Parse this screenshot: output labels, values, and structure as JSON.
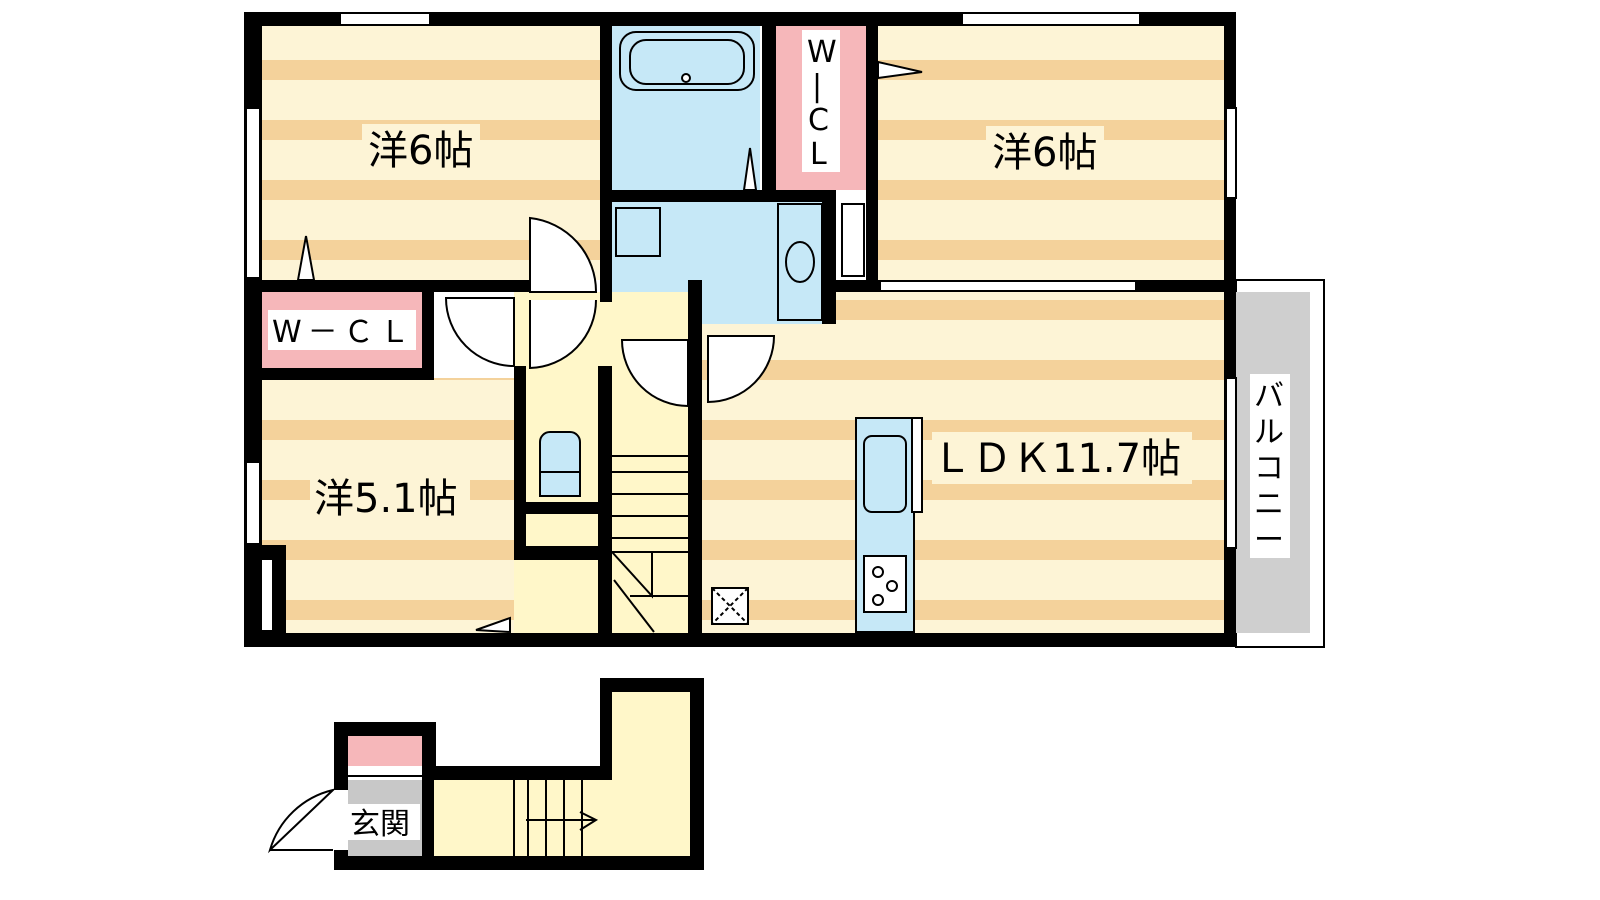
{
  "rooms": {
    "western_nw": "洋6帖",
    "western_ne": "洋6帖",
    "western_sw": "洋5.1帖",
    "ldk": "ＬＤＫ11.7帖",
    "wcl_horizontal": "W－ＣＬ",
    "wcl_vertical": [
      "W",
      "|",
      "C",
      "L"
    ],
    "balcony": [
      "バ",
      "ル",
      "コ",
      "ニ",
      "ー"
    ],
    "entrance": "玄関"
  },
  "colors": {
    "floor_light": "#fdf4d6",
    "floor_stripe": "#f4d29b",
    "closet": "#f6b7ba",
    "wet_area": "#c6e8f7",
    "hall": "#fff7c9",
    "entrance_floor": "#c8c8c8",
    "balcony": "#cfcfcf",
    "wall": "#000000"
  }
}
